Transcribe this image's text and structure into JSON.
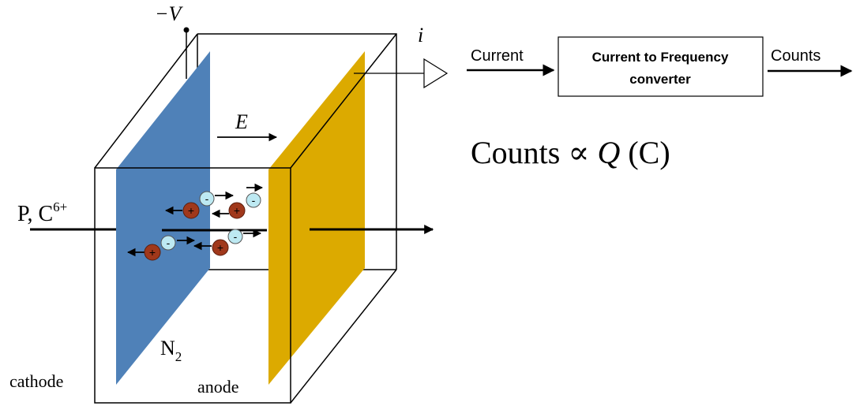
{
  "labels": {
    "voltage": "−V",
    "current_symbol": "i",
    "field": "E",
    "beam": "P, C",
    "beam_superscript": "6+",
    "gas": "N",
    "gas_subscript": "2",
    "cathode": "cathode",
    "anode": "anode"
  },
  "signal_chain": {
    "input_label": "Current",
    "converter_line1": "Current to Frequency",
    "converter_line2": "converter",
    "output_label": "Counts"
  },
  "equation": {
    "lhs": "Counts",
    "relation": "∝",
    "variable": "Q",
    "unit": "(C)"
  },
  "charges": {
    "positive_symbol": "+",
    "negative_symbol": "-"
  },
  "colors": {
    "cathode_plate": "#4f81b8",
    "anode_plate": "#dcaa00",
    "positive_ion": "#a0381b",
    "electron": "#bde9f2",
    "outline": "#000000"
  }
}
